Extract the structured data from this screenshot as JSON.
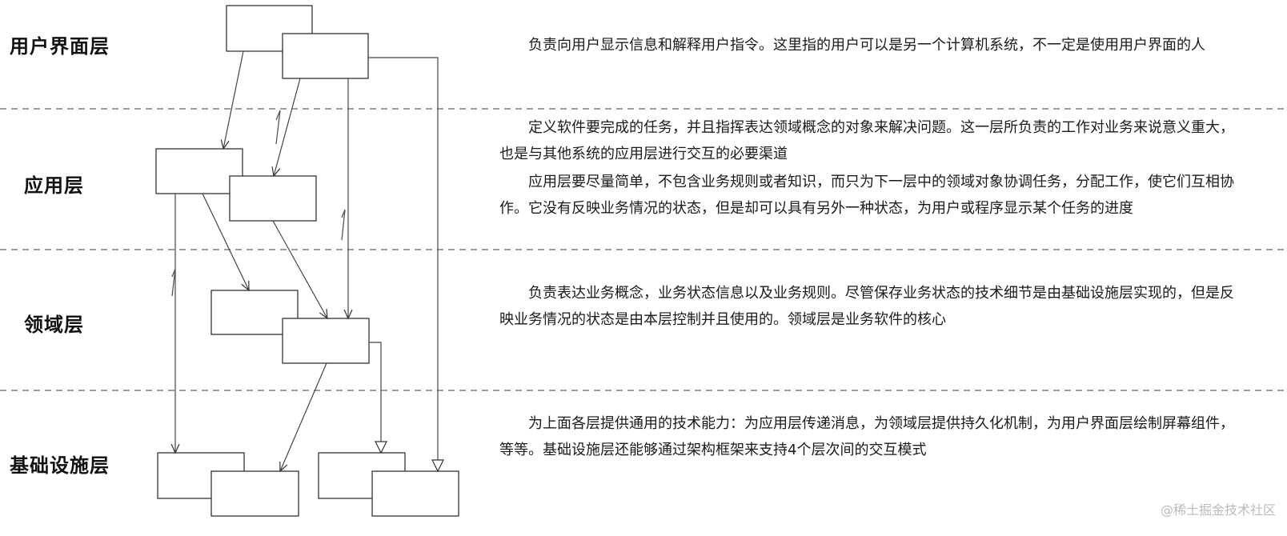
{
  "layers": [
    {
      "id": "ui",
      "name": "用户界面层",
      "paragraphs": [
        "负责向用户显示信息和解释用户指令。这里指的用户可以是另一个计算机系统，不一定是使用用户界面的人"
      ]
    },
    {
      "id": "application",
      "name": "应用层",
      "paragraphs": [
        "定义软件要完成的任务，并且指挥表达领域概念的对象来解决问题。这一层所负责的工作对业务来说意义重大，也是与其他系统的应用层进行交互的必要渠道",
        "应用层要尽量简单，不包含业务规则或者知识，而只为下一层中的领域对象协调任务，分配工作，使它们互相协作。它没有反映业务情况的状态，但是却可以具有另外一种状态，为用户或程序显示某个任务的进度"
      ]
    },
    {
      "id": "domain",
      "name": "领域层",
      "paragraphs": [
        "负责表达业务概念，业务状态信息以及业务规则。尽管保存业务状态的技术细节是由基础设施层实现的，但是反映业务情况的状态是由本层控制并且使用的。领域层是业务软件的核心"
      ]
    },
    {
      "id": "infrastructure",
      "name": "基础设施层",
      "paragraphs": [
        "为上面各层提供通用的技术能力：为应用层传递消息，为领域层提供持久化机制，为用户界面层绘制屏幕组件，等等。基础设施层还能够通过架构框架来支持4个层次间的交互模式"
      ]
    }
  ],
  "watermark": "@稀土掘金技术社区"
}
